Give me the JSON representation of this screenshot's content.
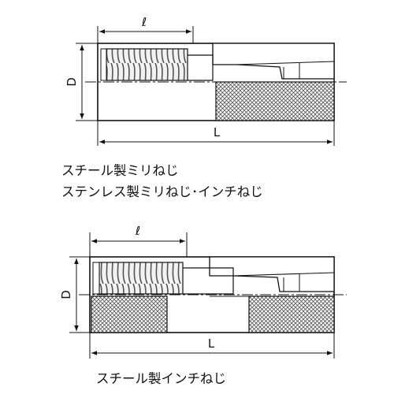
{
  "figure1": {
    "thread_length_label": "ℓ",
    "diameter_label": "D",
    "total_length_label": "L",
    "caption_line1": "スチール製ミリねじ",
    "caption_line2": "ステンレス製ミリねじ･インチねじ"
  },
  "figure2": {
    "thread_length_label": "ℓ",
    "diameter_label": "D",
    "total_length_label": "L",
    "caption_line1": "スチール製インチねじ"
  }
}
